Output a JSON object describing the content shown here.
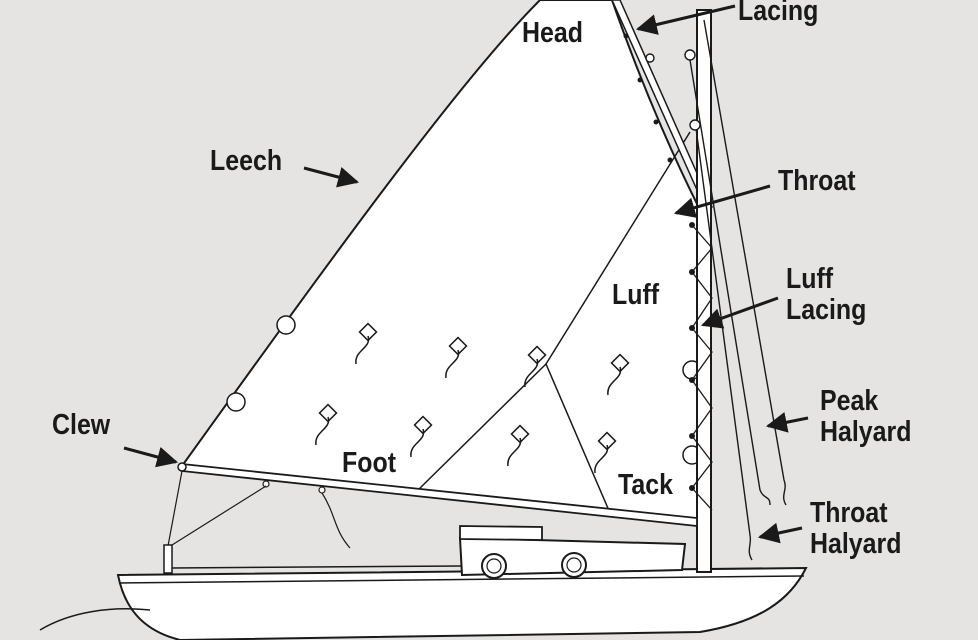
{
  "labels": {
    "peak_lacing": "Lacing",
    "head": "Head",
    "leech": "Leech",
    "throat": "Throat",
    "luff": "Luff",
    "luff_lacing_line1": "Luff",
    "luff_lacing_line2": "Lacing",
    "clew": "Clew",
    "foot": "Foot",
    "tack": "Tack",
    "peak_halyard_line1": "Peak",
    "peak_halyard_line2": "Halyard",
    "throat_halyard_line1": "Throat",
    "throat_halyard_line2": "Halyard"
  },
  "colors": {
    "background": "#e5e4e2",
    "sail": "#ffffff",
    "line": "#1a1a1a",
    "text": "#1a1a1a"
  }
}
